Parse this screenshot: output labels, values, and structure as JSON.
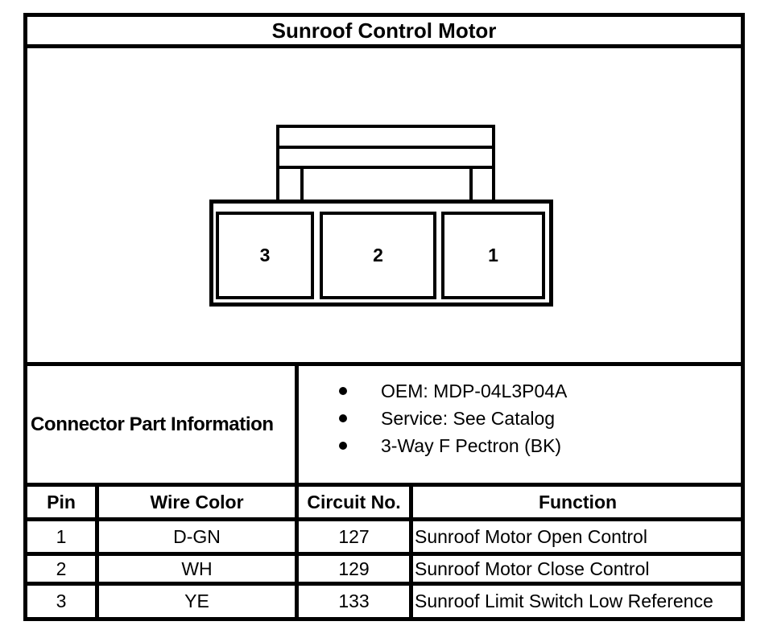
{
  "title": "Sunroof Control Motor",
  "diagram": {
    "description": "3-cavity connector face view with lock tab",
    "pins": [
      "3",
      "2",
      "1"
    ]
  },
  "part_info": {
    "label": "Connector Part Information",
    "bullets": [
      "OEM: MDP-04L3P04A",
      "Service: See Catalog",
      "3-Way F Pectron (BK)"
    ]
  },
  "pin_table": {
    "headers": [
      "Pin",
      "Wire Color",
      "Circuit No.",
      "Function"
    ],
    "rows": [
      [
        "1",
        "D-GN",
        "127",
        "Sunroof Motor Open Control"
      ],
      [
        "2",
        "WH",
        "129",
        "Sunroof Motor Close Control"
      ],
      [
        "3",
        "YE",
        "133",
        "Sunroof Limit Switch Low Reference"
      ]
    ]
  },
  "colors": {
    "ink": "#000000",
    "background": "#ffffff"
  }
}
